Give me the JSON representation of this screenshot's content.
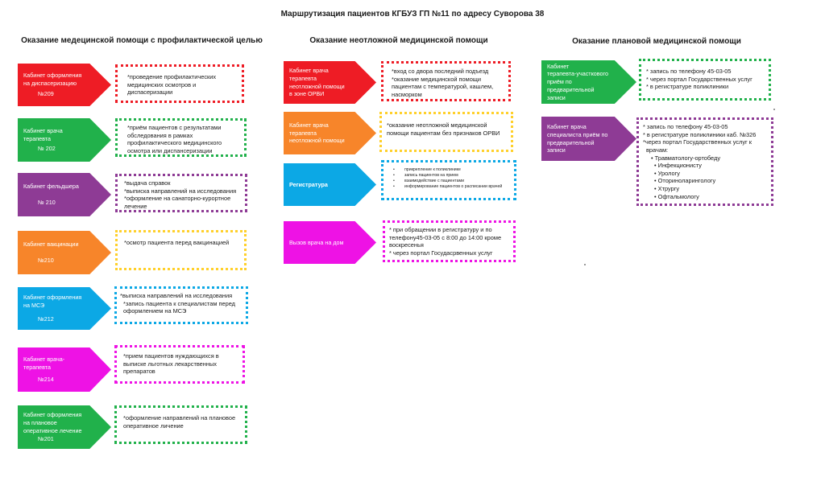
{
  "title": "Маршрутизация пациентов КГБУЗ ГП №11 по адресу Суворова 38",
  "columns": [
    {
      "heading": "Оказание медецинской помощи с профилактической целью"
    },
    {
      "heading": "Оказание неотложной медицинской помощи"
    },
    {
      "heading": "Оказание плановой медицинской помощи"
    }
  ],
  "colors": {
    "red": "#ee1c25",
    "green": "#21b14b",
    "purple": "#8e3b95",
    "orange": "#f7852a",
    "cyan": "#0ca8e5",
    "magenta": "#ee12e5",
    "yellow": "#ffd02b"
  },
  "col1": [
    {
      "name": [
        "Кабинет оформления",
        "на диспасеризацию"
      ],
      "room": "№209",
      "lines": [
        "*проведение профилактических",
        "медицинских осмотров и",
        "диспасеризации"
      ]
    },
    {
      "name": [
        "Кабинет врача терапевта"
      ],
      "room": "№ 202",
      "lines": [
        "*приём пациентов с результатами",
        "обследования  в рамках",
        "профилактического медицинского",
        "осмотра или диспансеризации"
      ]
    },
    {
      "name": [
        "Кабинет фельдшера"
      ],
      "room": "№ 210",
      "lines": [
        "*выдача справок",
        "*выписка направлений на исследования",
        "*оформление на санаторно-курортное",
        "лечение"
      ]
    },
    {
      "name": [
        "Кабинет вакцинации"
      ],
      "room": "№210",
      "lines": [
        "*осмотр пациента перед вакцинацией"
      ]
    },
    {
      "name": [
        "Кабинет оформления",
        "на МСЭ"
      ],
      "room": "№212",
      "lines": [
        "*выписка направлений на исследования",
        "*запись пациента к специалистам перед",
        "оформлением на МСЭ"
      ]
    },
    {
      "name": [
        "Кабинет врача-",
        "терапевта"
      ],
      "room": "№214",
      "lines": [
        "*прием пациентов нуждающихся в",
        "выписке льготных лекарственных",
        "препаратов"
      ]
    },
    {
      "name": [
        "Кабинет оформления",
        "на плановое",
        "оперативное лечение"
      ],
      "room": "№201",
      "lines": [
        "*оформление направлений на плановое",
        "оперативное личение"
      ]
    }
  ],
  "col2": [
    {
      "name": [
        "Кабинет врача терапевта",
        "неотложной помощи",
        "в зоне ОРВИ"
      ],
      "lines": [
        "*вход со двора последний подъезд",
        "*оказание медицинской помощи",
        "пациентам с температурой, кашлем,",
        "насморком"
      ]
    },
    {
      "name": [
        "Кабинет врача терапевта",
        "неотложной помощи"
      ],
      "lines": [
        "*оказание неотложной медицинской",
        "помощи пациентам без признаков ОРВИ"
      ]
    },
    {
      "name": [
        "Регистратура"
      ],
      "lines": [
        "прикрепление к поликлинике",
        "запись пациентов на прием",
        "взаимодействие с пациентами",
        "информирование пациентов о расписании врачей"
      ]
    },
    {
      "name": [
        "Вызов врача на дом"
      ],
      "lines": [
        "* при обращении в регистратуру и по",
        "телефону45-03-05 с 8:00 до 14:00 кроме",
        "воскресенья",
        "* через портал Госудасрвенных услуг"
      ]
    }
  ],
  "col3": [
    {
      "name": [
        "Кабинет",
        "терапевта-участкового",
        "приём по предварительной",
        "записи"
      ],
      "lines": [
        "* запись по телефону   45-03-05",
        "* через портал Государственных услуг",
        "* в регистратуре поликлиники"
      ]
    },
    {
      "name": [
        "Кабинет врача",
        "специалиста приём по",
        "предварительной записи"
      ],
      "lines": [
        "* запись по телефону   45-03-05",
        "* в регистратуре поликлиники каб. №326",
        "*через портал Государственных услуг к",
        "врачам:",
        "• Травматологу-ортобеду",
        "• Инфекционисту",
        "• Урологу",
        "• Оториноларингологу",
        "• Хтрургу",
        "• Офтальмологу"
      ]
    }
  ]
}
